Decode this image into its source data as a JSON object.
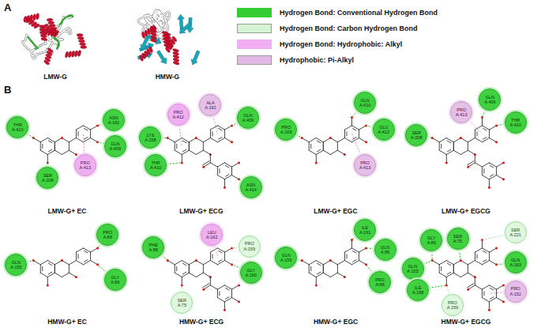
{
  "diagram": {
    "nodes": [
      {
        "text": [
          "THR A:410"
        ]
      },
      {
        "text": [
          "ASN A:162"
        ]
      },
      {
        "text": [
          "GLN A:409"
        ]
      },
      {
        "text": [
          "PRO A:413"
        ]
      },
      {
        "text": [
          "SER A:208"
        ]
      },
      {
        "text": [
          "PRO A:412"
        ]
      },
      {
        "text": [
          "ALA A:162"
        ]
      },
      {
        "text": [
          "GLN A:409"
        ]
      },
      {
        "text": [
          "LYS A:158"
        ]
      },
      {
        "text": [
          "THR A:410"
        ]
      },
      {
        "text": [
          "ASN A:414"
        ]
      },
      {
        "text": [
          "PRO A:209"
        ]
      },
      {
        "text": [
          "GLN A:410"
        ]
      },
      {
        "text": [
          "GLU A:412"
        ]
      },
      {
        "text": [
          "PRO A:413"
        ]
      },
      {
        "text": [
          "SER A:208"
        ]
      },
      {
        "text": [
          "PRO A:413"
        ]
      },
      {
        "text": [
          "GLN A:409"
        ]
      },
      {
        "text": [
          "THR A:410"
        ]
      },
      {
        "text": [
          "GLN A:155"
        ]
      },
      {
        "text": [
          "PRO A:88"
        ]
      },
      {
        "text": [
          "GLY A:86"
        ]
      },
      {
        "text": [
          "PHE A:88"
        ]
      },
      {
        "text": [
          "LEU A:162"
        ]
      },
      {
        "text": [
          "PRO A:159"
        ]
      },
      {
        "text": [
          "GLY A:160"
        ]
      },
      {
        "text": [
          "SER A:75"
        ]
      },
      {
        "text": [
          "GLN A:155"
        ]
      },
      {
        "text": [
          "ILE A:161"
        ]
      },
      {
        "text": [
          "GLN A:85"
        ]
      },
      {
        "text": [
          "PRO A:88"
        ]
      },
      {
        "text": [
          "GLY A:86"
        ]
      },
      {
        "text": [
          "SER A:75"
        ]
      },
      {
        "text": [
          "SER A:221"
        ]
      },
      {
        "text": [
          "GLN A:155"
        ]
      },
      {
        "text": [
          "GLN A:163"
        ]
      },
      {
        "text": [
          "ILE A:158"
        ]
      },
      {
        "text": [
          "PRO A:152"
        ]
      },
      {
        "text": [
          "PRO A:159"
        ]
      }
    ],
    "labels": [
      "A",
      "LMW-G",
      "HMW-G",
      "B",
      "LMW-G+ EC",
      "LMW-G+ ECG",
      "LMW-G+ EGC",
      "LMW-G+ EGCG",
      "HMW-G+ EC",
      "HMW-G+ ECG",
      "HMW-G+ EGC",
      "HMW-G+ EGCG"
    ],
    "legend": [
      {
        "text": "Hydrogen Bond: Conventional Hydrogen Bond",
        "color": "#33cc33"
      },
      {
        "text": "Hydrogen Bond: Carbon Hydrogen Bond",
        "color": "#d4f4d4"
      },
      {
        "text": "Hydrogen Bond: Hydrophobic: Alkyl",
        "color": "#f0aef0"
      },
      {
        "text": "Hydrophobic: Pi-Alkyl",
        "color": "#e3b8e6"
      }
    ]
  }
}
